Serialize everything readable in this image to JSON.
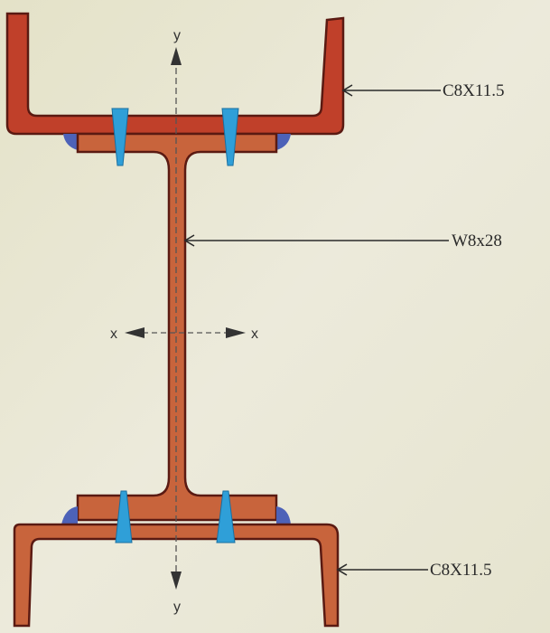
{
  "diagram": {
    "labels": {
      "top_channel": "C8X11.5",
      "web_beam": "W8x28",
      "bottom_channel": "C8X11.5"
    },
    "axes": {
      "y_top": "y",
      "y_bottom": "y",
      "x_left": "x",
      "x_right": "x"
    },
    "colors": {
      "background": "#e9e7cf",
      "channel_fill": "#c0402a",
      "channel_stroke": "#5a1a12",
      "beam_fill": "#c8643c",
      "bolt": "#2f9fd8",
      "weld": "#4d62b8",
      "leader": "#2a2a2a"
    }
  }
}
